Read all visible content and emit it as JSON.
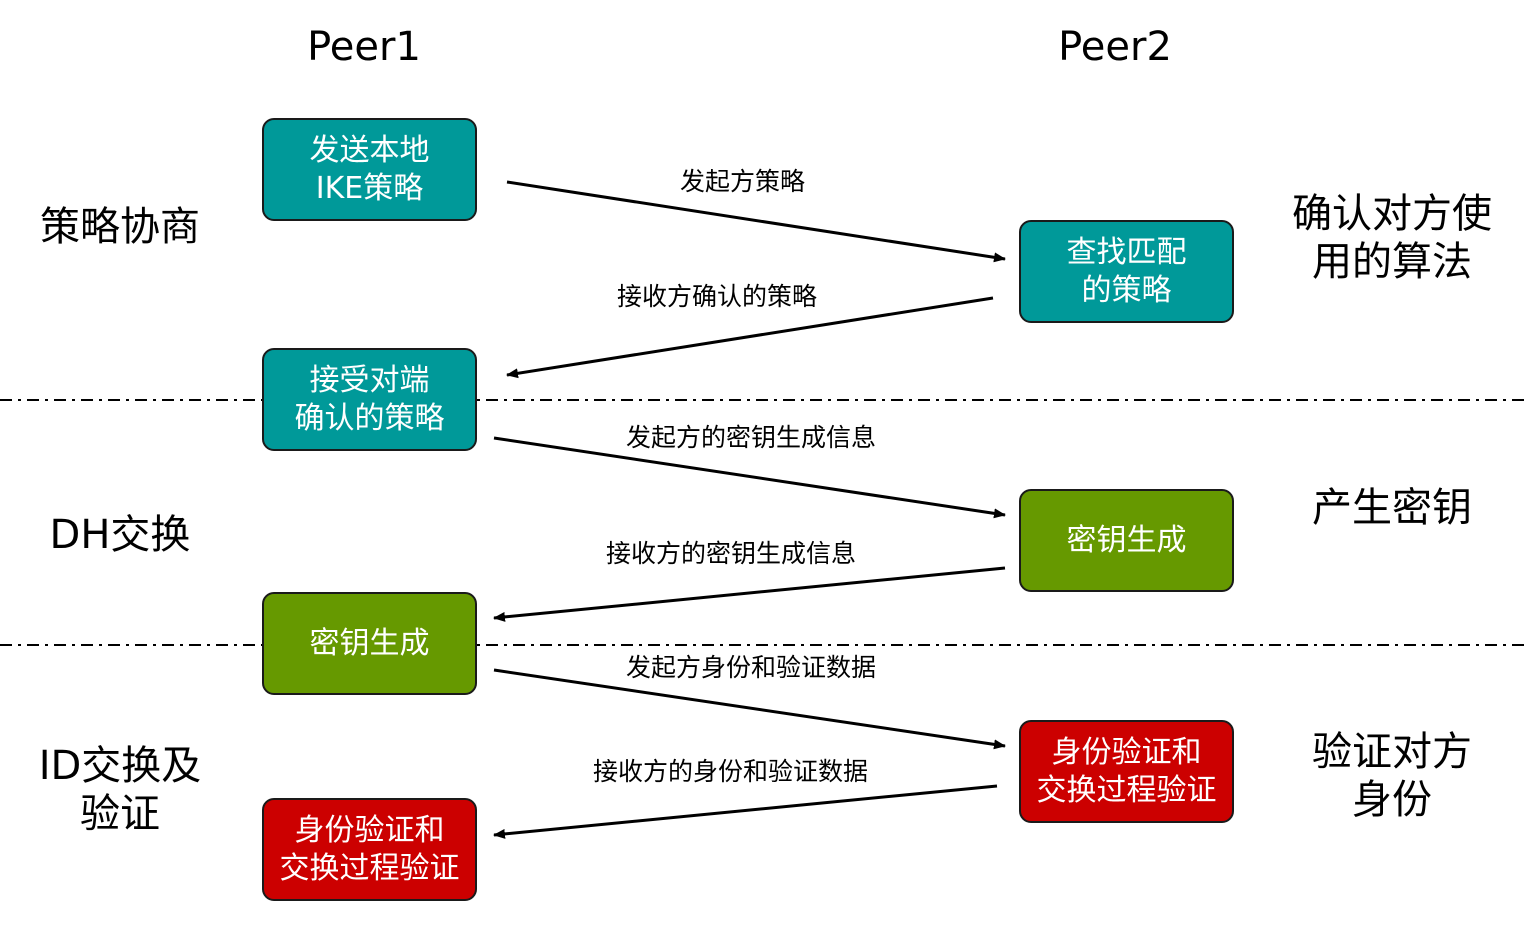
{
  "peers": {
    "left": "Peer1",
    "right": "Peer2"
  },
  "phases": {
    "policy": "策略协商",
    "dh": "DH交换",
    "id": "ID交换及\n验证"
  },
  "outcomes": {
    "policy": "确认对方使\n用的算法",
    "dh": "产生密钥",
    "id": "验证对方\n身份"
  },
  "boxes": {
    "p1_send_policy": "发送本地\nIKE策略",
    "p2_match_policy": "查找匹配\n的策略",
    "p1_accept_policy": "接受对端\n确认的策略",
    "p2_key_gen": "密钥生成",
    "p1_key_gen": "密钥生成",
    "p2_auth": "身份验证和\n交换过程验证",
    "p1_auth": "身份验证和\n交换过程验证"
  },
  "messages": {
    "m1": "发起方策略",
    "m2": "接收方确认的策略",
    "m3": "发起方的密钥生成信息",
    "m4": "接收方的密钥生成信息",
    "m5": "发起方身份和验证数据",
    "m6": "接收方的身份和验证数据"
  },
  "colors": {
    "policy_box": "#009999",
    "key_box": "#669900",
    "auth_box": "#cc0000"
  }
}
